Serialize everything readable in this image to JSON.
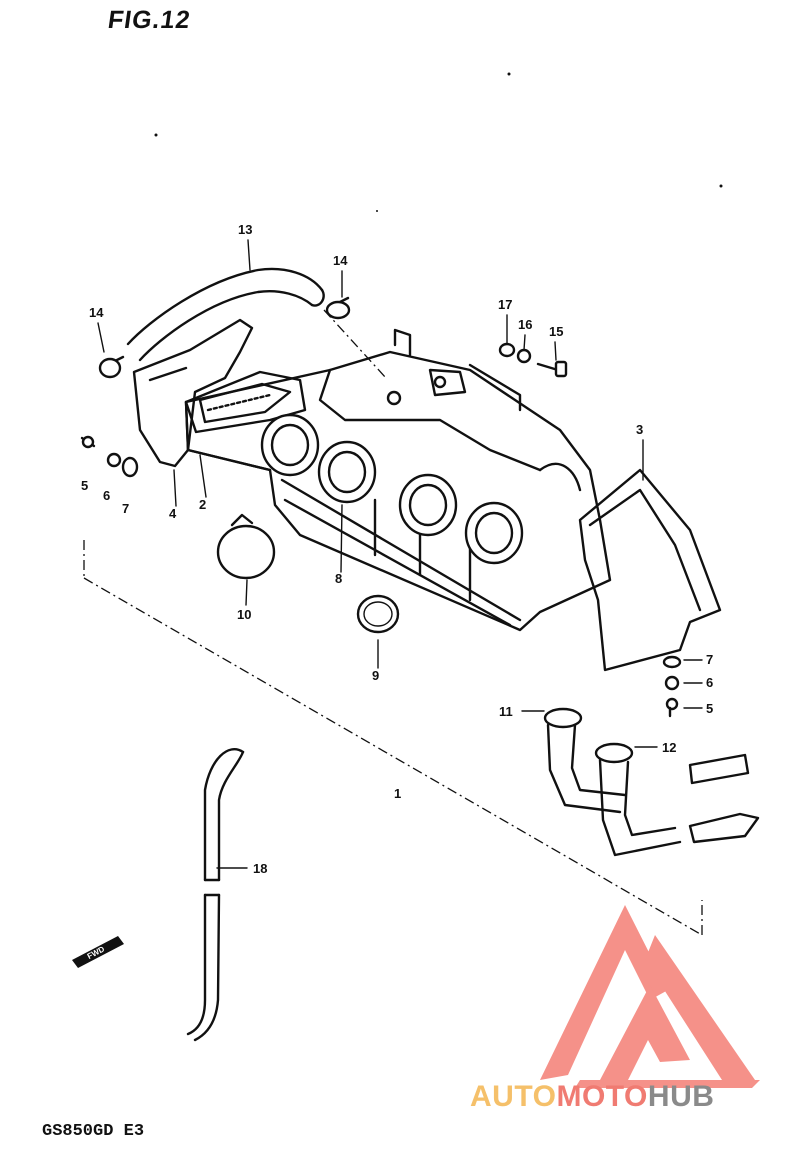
{
  "figure": {
    "title": "FIG.12",
    "model_code": "GS850GD E3"
  },
  "callouts": {
    "c1": "1",
    "c2": "2",
    "c3": "3",
    "c4": "4",
    "c5a": "5",
    "c5b": "5",
    "c6a": "6",
    "c6b": "6",
    "c7a": "7",
    "c7b": "7",
    "c8": "8",
    "c9": "9",
    "c10": "10",
    "c11": "11",
    "c12": "12",
    "c13": "13",
    "c14a": "14",
    "c14b": "14",
    "c15": "15",
    "c16": "16",
    "c17": "17",
    "c18": "18"
  },
  "watermark": {
    "text_auto": "AUTO",
    "text_moto": "MOTO",
    "text_hub": "HUB",
    "color_auto": "#f5c06a",
    "color_moto": "#f07b72",
    "color_hub": "#8a8a8a",
    "logo_color": "#f26d62"
  },
  "fwd_marker": "FWD"
}
